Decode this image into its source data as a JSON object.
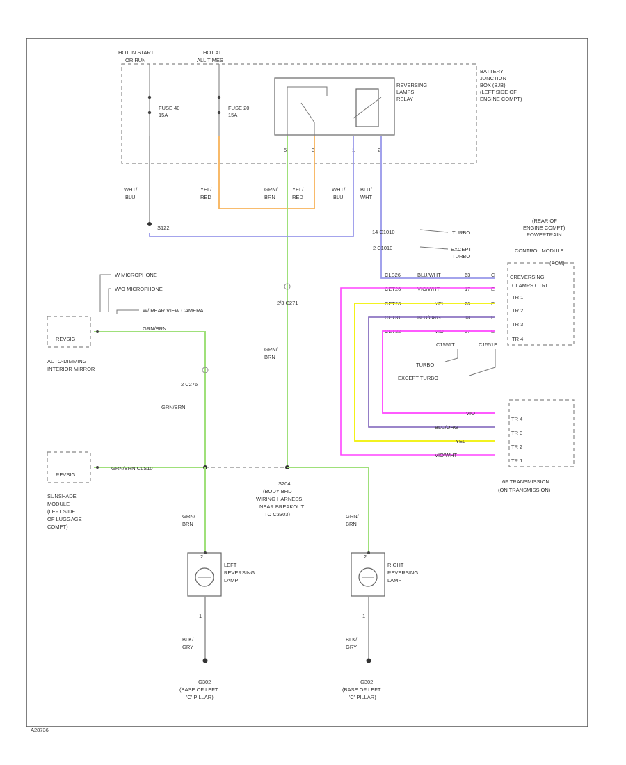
{
  "diagram_id": "A28736",
  "hot_in_start": [
    "HOT IN START",
    "OR RUN"
  ],
  "hot_at_all_times": [
    "HOT AT",
    "ALL TIMES"
  ],
  "fuse_40": [
    "FUSE 40",
    "15A"
  ],
  "fuse_20": [
    "FUSE 20",
    "15A"
  ],
  "relay_label": [
    "REVERSING",
    "LAMPS",
    "RELAY"
  ],
  "bjb_label": [
    "BATTERY",
    "JUNCTION",
    "BOX (BJB)",
    "(LEFT SIDE OF",
    "ENGINE COMPT)"
  ],
  "relay_pins": [
    "5",
    "3",
    "1",
    "2"
  ],
  "wire_colors": {
    "wht_blu": [
      "WHT/",
      "BLU"
    ],
    "yel_red": [
      "YEL/",
      "RED"
    ],
    "grn_brn": [
      "GRN/",
      "BRN"
    ],
    "yel_red_2": [
      "YEL/",
      "RED"
    ],
    "wht_blu_2": [
      "WHT/",
      "BLU"
    ],
    "blu_wht": [
      "BLU/",
      "WHT"
    ],
    "grn_brn_mid": [
      "GRN/",
      "BRN"
    ],
    "grn_brn_left": [
      "GRN/",
      "BRN"
    ],
    "grn_brn_right": [
      "GRN/",
      "BRN"
    ],
    "blk_gry_left": [
      "BLK/",
      "GRY"
    ],
    "blk_gry_right": [
      "BLK/",
      "GRY"
    ]
  },
  "splice_s122": "S122",
  "connector_c1010_turbo": "14  C1010",
  "connector_c1010_except": "2  C1010",
  "turbo": "TURBO",
  "except_turbo": [
    "EXCEPT",
    "TURBO"
  ],
  "pcm_label": [
    "(REAR OF",
    "ENGINE COMPT)",
    "POWERTRAIN",
    "CONTROL MODULE",
    "(PCM)"
  ],
  "pcm_pins": [
    "CREVERSING",
    "CLAMPS CTRL",
    "TR 1",
    "TR 2",
    "TR 3",
    "TR 4"
  ],
  "pcm_rows": [
    {
      "circuit": "CLS26",
      "color": "BLU/WHT",
      "pin": "63",
      "term": "C"
    },
    {
      "circuit": "CET26",
      "color": "VIO/WHT",
      "pin": "17",
      "term": "E"
    },
    {
      "circuit": "CET28",
      "color": "YEL",
      "pin": "20",
      "term": "E"
    },
    {
      "circuit": "CET31",
      "color": "BLU/ORG",
      "pin": "18",
      "term": "E"
    },
    {
      "circuit": "CET32",
      "color": "VIO",
      "pin": "37",
      "term": "E"
    }
  ],
  "c1551t": "C1551T",
  "c1551e": "C1551E",
  "turbo_label": "TURBO",
  "except_turbo_label": "EXCEPT TURBO",
  "trans_pins": [
    "TR 4",
    "TR 3",
    "TR 2",
    "TR 1"
  ],
  "trans_colors": [
    "VIO",
    "BLU/ORG",
    "YEL",
    "VIO/WHT"
  ],
  "trans_label": [
    "6F TRANSMISSION",
    "(ON TRANSMISSION)"
  ],
  "mic_options": [
    "W MICROPHONE",
    "W/O MICROPHONE",
    "W/ REAR VIEW CAMERA"
  ],
  "mirror_box": "REVSIG",
  "mirror_label": [
    "AUTO-DIMMING",
    "INTERIOR MIRROR"
  ],
  "mirror_wire": "GRN/BRN",
  "connector_c271": "2/3  C271",
  "connector_c276": "2  C276",
  "grn_brn_c276": "GRN/BRN",
  "liftgate_box": "REVSIG",
  "liftgate_wire": "GRN/BRN  CLS10",
  "liftgate_label": [
    "SUNSHADE",
    "MODULE",
    "(LEFT SIDE",
    "OF LUGGAGE",
    "COMPT)"
  ],
  "splice_s204": [
    "S204",
    "(BODY BHD",
    "WIRING HARNESS,",
    "NEAR BREAKOUT",
    "TO C3303)"
  ],
  "left_lamp": [
    "LEFT",
    "REVERSING",
    "LAMP"
  ],
  "right_lamp": [
    "RIGHT",
    "REVERSING",
    "LAMP"
  ],
  "lamp_pin_top": "2",
  "lamp_pin_bottom": "1",
  "ground_left": [
    "G302",
    "(BASE OF LEFT",
    "'C' PILLAR)"
  ],
  "ground_right": [
    "G302",
    "(BASE OF LEFT",
    "'C' PILLAR)"
  ],
  "colors": {
    "green": "#9fe07a",
    "orange": "#f7b35a",
    "blue": "#9898ea",
    "magenta": "#ff44ff",
    "yellow": "#f0f000",
    "purple": "#7a5fb8",
    "gray": "#999999"
  }
}
